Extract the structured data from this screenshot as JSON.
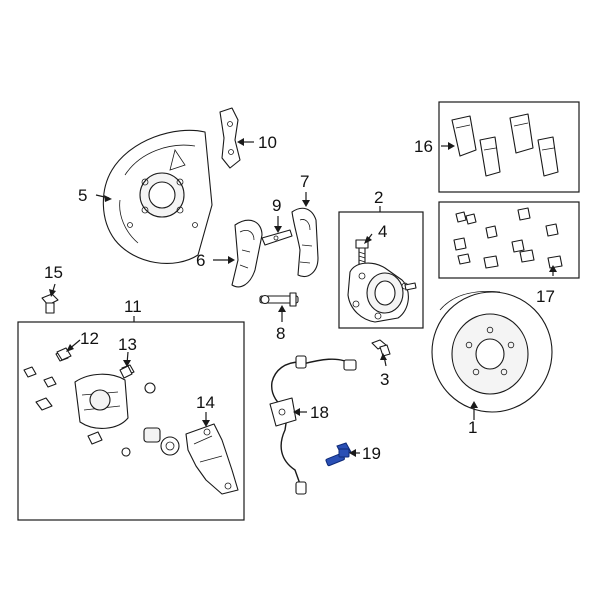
{
  "callouts": [
    {
      "id": "c1",
      "label": "1"
    },
    {
      "id": "c2",
      "label": "2"
    },
    {
      "id": "c3",
      "label": "3"
    },
    {
      "id": "c4",
      "label": "4"
    },
    {
      "id": "c5",
      "label": "5"
    },
    {
      "id": "c6",
      "label": "6"
    },
    {
      "id": "c7",
      "label": "7"
    },
    {
      "id": "c8",
      "label": "8"
    },
    {
      "id": "c9",
      "label": "9"
    },
    {
      "id": "c10",
      "label": "10"
    },
    {
      "id": "c11",
      "label": "11"
    },
    {
      "id": "c12",
      "label": "12"
    },
    {
      "id": "c13",
      "label": "13"
    },
    {
      "id": "c14",
      "label": "14"
    },
    {
      "id": "c15",
      "label": "15"
    },
    {
      "id": "c16",
      "label": "16"
    },
    {
      "id": "c17",
      "label": "17"
    },
    {
      "id": "c18",
      "label": "18"
    },
    {
      "id": "c19",
      "label": "19"
    }
  ],
  "highlighted_part": "19",
  "colors": {
    "line": "#1a1a1a",
    "highlight": "#2a4fb5",
    "background": "#ffffff"
  }
}
